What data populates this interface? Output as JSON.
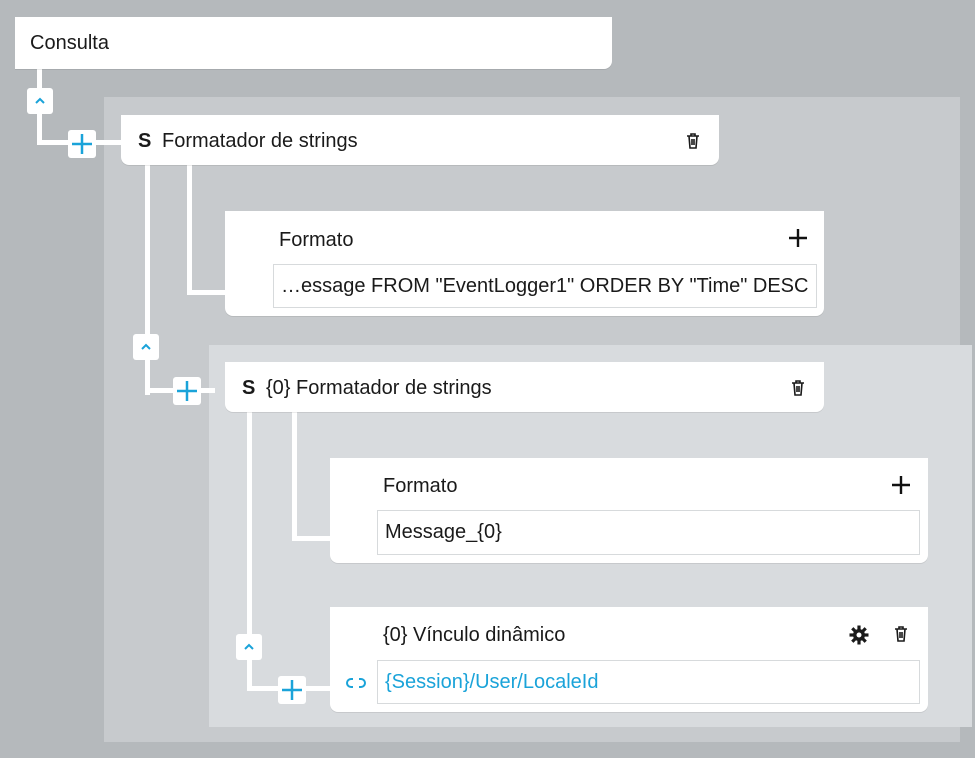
{
  "root": {
    "label": "Consulta"
  },
  "formatter1": {
    "title": "Formatador de strings",
    "icon": "s-string-icon",
    "format": {
      "label": "Formato",
      "value": "…essage FROM \"EventLogger1\" ORDER BY \"Time\" DESC"
    }
  },
  "formatter2": {
    "title": "{0} Formatador de strings",
    "icon": "s-string-icon",
    "format": {
      "label": "Formato",
      "value": "Message_{0}"
    },
    "binding": {
      "title": "{0} Vínculo dinâmico",
      "value": "{Session}/User/LocaleId"
    }
  },
  "colors": {
    "accent": "#1aa3d9",
    "background": "#b5b9bc",
    "panel_level1": "#c7cacd",
    "panel_level2": "#d8dbde"
  }
}
